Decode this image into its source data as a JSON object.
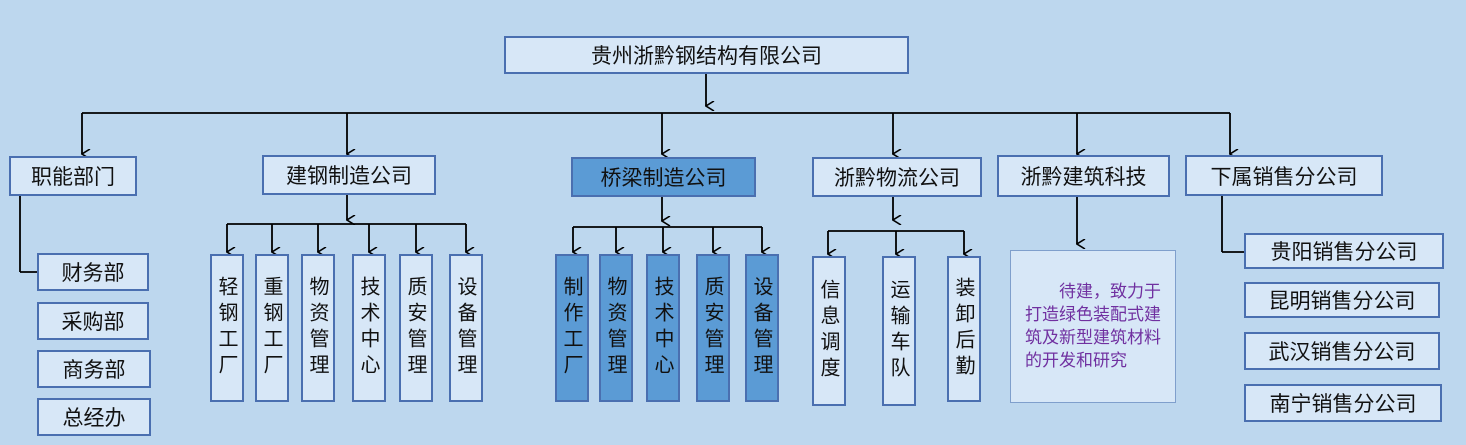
{
  "company": "贵州浙黔钢结构有限公司",
  "divisions": {
    "functional": {
      "name": "职能部门",
      "children": [
        "财务部",
        "采购部",
        "商务部",
        "总经办"
      ]
    },
    "steel": {
      "name": "建钢制造公司",
      "children": [
        "轻钢工厂",
        "重钢工厂",
        "物资管理",
        "技术中心",
        "质安管理",
        "设备管理"
      ]
    },
    "bridge": {
      "name": "桥梁制造公司",
      "children": [
        "制作工厂",
        "物资管理",
        "技术中心",
        "质安管理",
        "设备管理"
      ]
    },
    "logistics": {
      "name": "浙黔物流公司",
      "children": [
        "信息调度",
        "运输车队",
        "装卸后勤"
      ]
    },
    "tech": {
      "name": "浙黔建筑科技",
      "note": "待建，致力于打造绿色装配式建筑及新型建筑材料的开发和研究"
    },
    "sales": {
      "name": "下属销售分公司",
      "children": [
        "贵阳销售分公司",
        "昆明销售分公司",
        "武汉销售分公司",
        "南宁销售分公司"
      ]
    }
  },
  "colors": {
    "background": "#bdd7ee",
    "light_box": "#d7e7f7",
    "dark_box": "#5b9bd5",
    "border": "#4a6fb0",
    "line": "#000000",
    "note_text": "#7030a0"
  }
}
